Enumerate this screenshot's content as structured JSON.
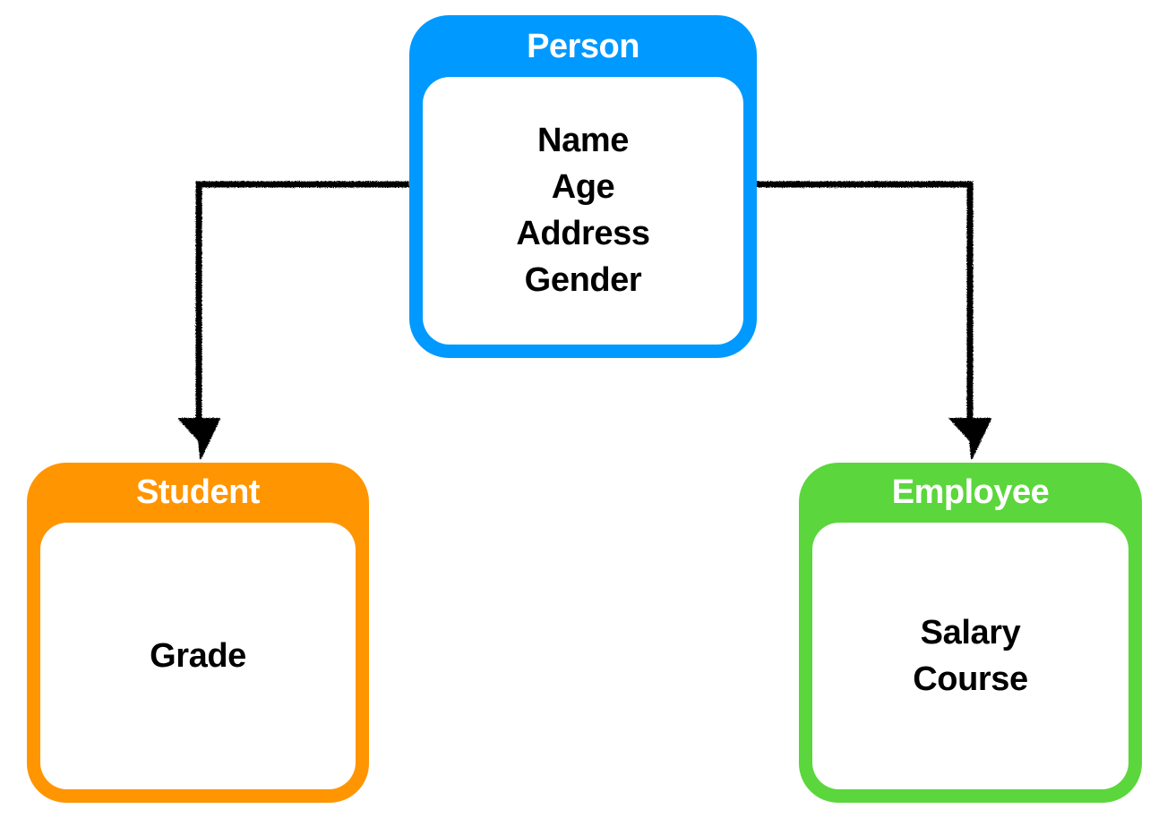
{
  "diagram": {
    "type": "class-inheritance",
    "background": "#ffffff",
    "nodes": [
      {
        "id": "person",
        "title": "Person",
        "color": "#0099FF",
        "title_color": "#ffffff",
        "body_color": "#ffffff",
        "attributes": [
          "Name",
          "Age",
          "Address",
          "Gender"
        ]
      },
      {
        "id": "student",
        "title": "Student",
        "color": "#FF9500",
        "title_color": "#ffffff",
        "body_color": "#ffffff",
        "attributes": [
          "Grade"
        ]
      },
      {
        "id": "employee",
        "title": "Employee",
        "color": "#5BD63C",
        "title_color": "#ffffff",
        "body_color": "#ffffff",
        "attributes": [
          "Salary",
          "Course"
        ]
      }
    ],
    "edges": [
      {
        "id": "person-to-student",
        "from": "person",
        "to": "student",
        "style": "hand-drawn-elbow",
        "arrow": "filled-triangle",
        "color": "#000000"
      },
      {
        "id": "person-to-employee",
        "from": "person",
        "to": "employee",
        "style": "hand-drawn-elbow",
        "arrow": "filled-triangle",
        "color": "#000000"
      }
    ]
  }
}
